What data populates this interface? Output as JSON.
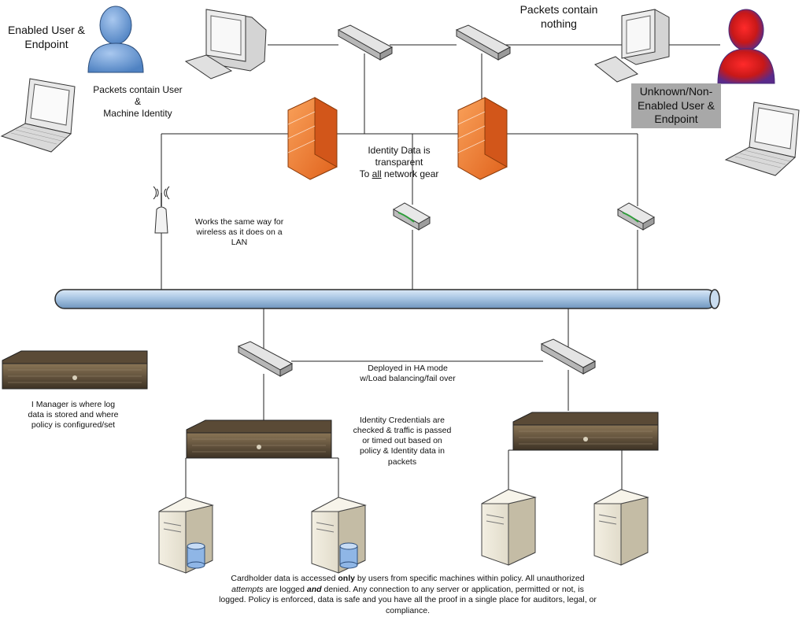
{
  "labels": {
    "enabled_user": [
      "Enabled User &",
      "Endpoint"
    ],
    "packets_contain_nothing": [
      "Packets contain",
      "nothing"
    ],
    "packets_contain_identity": [
      "Packets contain User",
      "&",
      "Machine Identity"
    ],
    "unknown_user": [
      "Unknown/Non-",
      "Enabled User &",
      "Endpoint"
    ],
    "identity_transparent_1": "Identity Data is",
    "identity_transparent_2": "transparent",
    "identity_transparent_3_pre": "To ",
    "identity_transparent_3_underline": "all",
    "identity_transparent_3_post": " network gear",
    "wireless": [
      "Works the same way for",
      "wireless as it does on a",
      "LAN"
    ],
    "ha_mode": [
      "Deployed in HA mode",
      "w/Load balancing/fail over"
    ],
    "imanager": [
      "I Manager is where log",
      "data is stored and where",
      "policy is configured/set"
    ],
    "credentials": [
      "Identity Credentials are",
      "checked & traffic is passed",
      "or timed out based on",
      "policy & Identity data in",
      "packets"
    ]
  },
  "footnote": {
    "t1": "Cardholder data is accessed ",
    "t2": "only",
    "t3": " by users from specific machines within policy. All unauthorized ",
    "t4": "attempts",
    "t5": " are logged ",
    "t6": "and",
    "t7": " denied. Any connection to any server or application, permitted or not, is logged. Policy is enforced, data is safe and you have all the proof in a single place for auditors, legal, or compliance."
  },
  "colors": {
    "user_blue": "#5b8fcf",
    "user_red": "#cc1f1f",
    "firewall_orange": "#f07a2a",
    "backbone": "#a9c6e4",
    "grey_label": "#a8a8a8"
  }
}
